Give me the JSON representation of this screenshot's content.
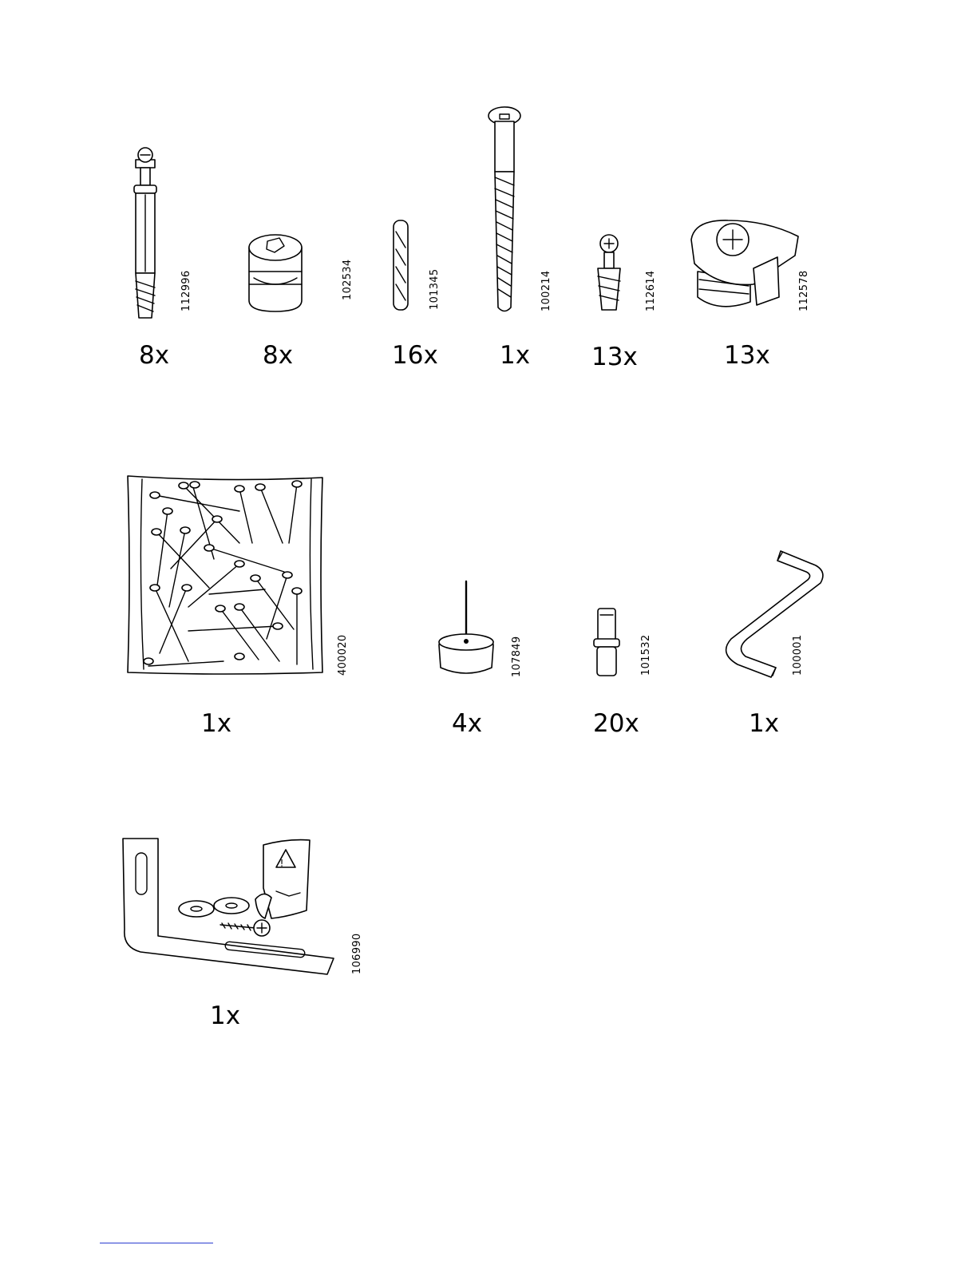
{
  "parts": [
    {
      "id": "dowel-cam-bolt",
      "code": "112996",
      "quantity": "8x",
      "icon": "cam-bolt-icon"
    },
    {
      "id": "cam-lock",
      "code": "102534",
      "quantity": "8x",
      "icon": "cam-lock-icon"
    },
    {
      "id": "wood-dowel",
      "code": "101345",
      "quantity": "16x",
      "icon": "wood-dowel-icon"
    },
    {
      "id": "long-screw",
      "code": "100214",
      "quantity": "1x",
      "icon": "long-screw-icon"
    },
    {
      "id": "short-cam-bolt",
      "code": "112614",
      "quantity": "13x",
      "icon": "short-cam-bolt-icon"
    },
    {
      "id": "cam-fitting",
      "code": "112578",
      "quantity": "13x",
      "icon": "cam-fitting-icon"
    },
    {
      "id": "nails-bag",
      "code": "400020",
      "quantity": "1x",
      "icon": "nails-bag-icon"
    },
    {
      "id": "glide-nail",
      "code": "107849",
      "quantity": "4x",
      "icon": "glide-nail-icon"
    },
    {
      "id": "shelf-pin",
      "code": "101532",
      "quantity": "20x",
      "icon": "shelf-pin-icon"
    },
    {
      "id": "allen-key",
      "code": "100001",
      "quantity": "1x",
      "icon": "allen-key-icon"
    },
    {
      "id": "wall-anchor-kit",
      "code": "106990",
      "quantity": "1x",
      "icon": "wall-anchor-kit-icon"
    }
  ]
}
